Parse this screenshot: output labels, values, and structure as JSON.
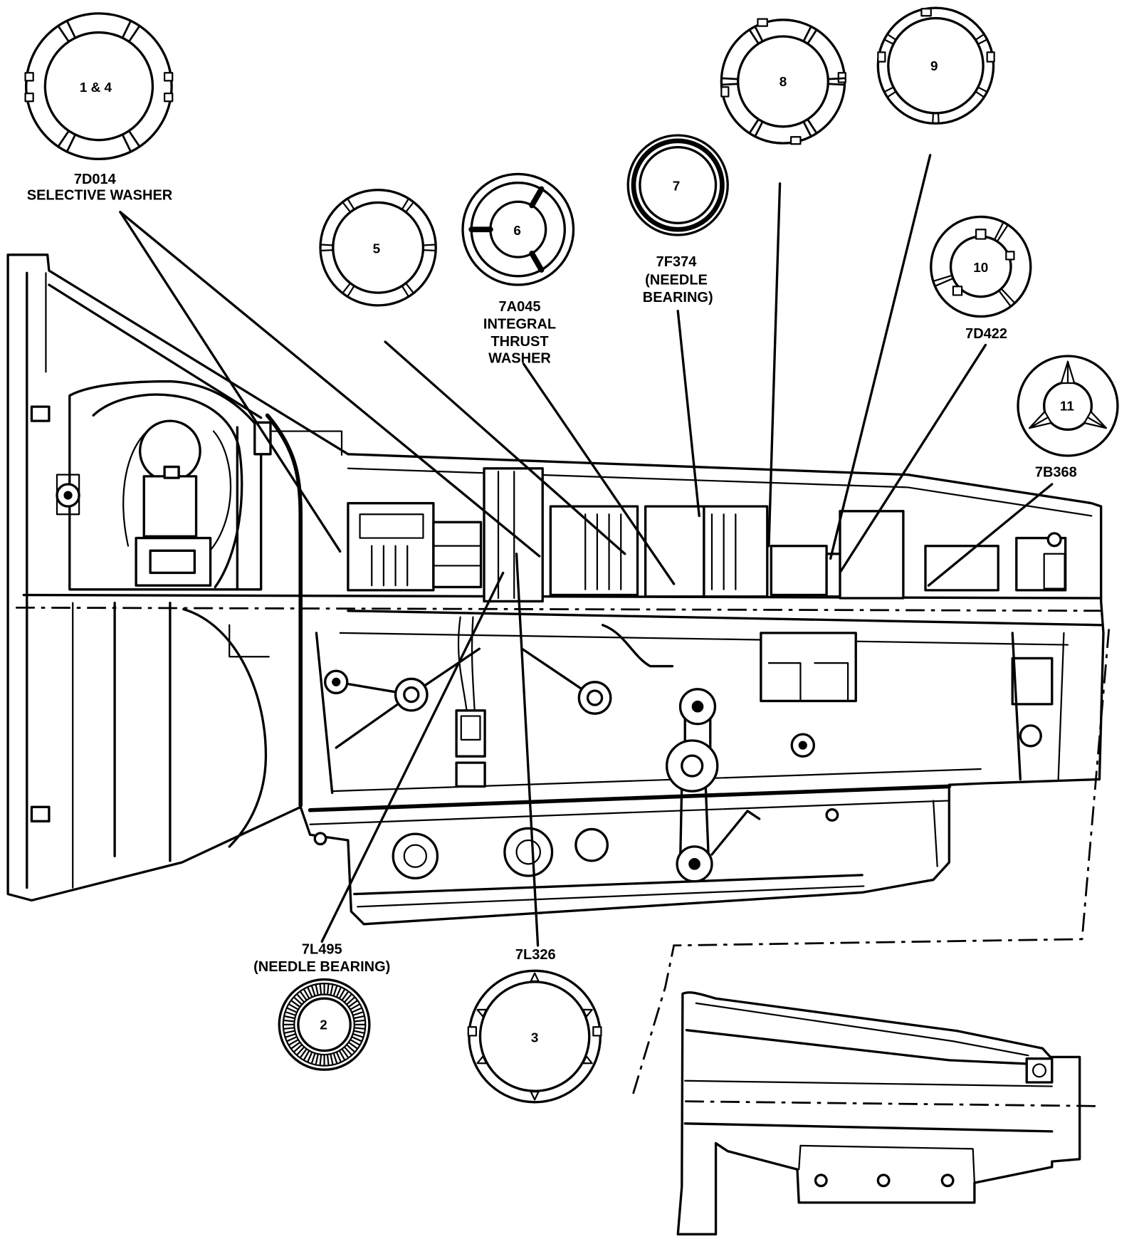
{
  "diagram": {
    "washers": {
      "w1_4": "1 & 4",
      "w2": "2",
      "w3": "3",
      "w5": "5",
      "w6": "6",
      "w7": "7",
      "w8": "8",
      "w9": "9",
      "w10": "10",
      "w11": "11"
    },
    "callouts": {
      "c7d014": {
        "part": "7D014",
        "lines": [
          "SELECTIVE WASHER"
        ]
      },
      "c7a045": {
        "part": "7A045",
        "lines": [
          "INTEGRAL",
          "THRUST",
          "WASHER"
        ]
      },
      "c7f374": {
        "part": "7F374",
        "lines": [
          "(NEEDLE",
          "BEARING)"
        ]
      },
      "c7d422": {
        "part": "7D422"
      },
      "c7b368": {
        "part": "7B368"
      },
      "c7l495": {
        "part": "7L495",
        "lines": [
          "(NEEDLE BEARING)"
        ]
      },
      "c7l326": {
        "part": "7L326"
      }
    }
  },
  "colors": {
    "ink": "#000000",
    "paper": "#ffffff"
  }
}
